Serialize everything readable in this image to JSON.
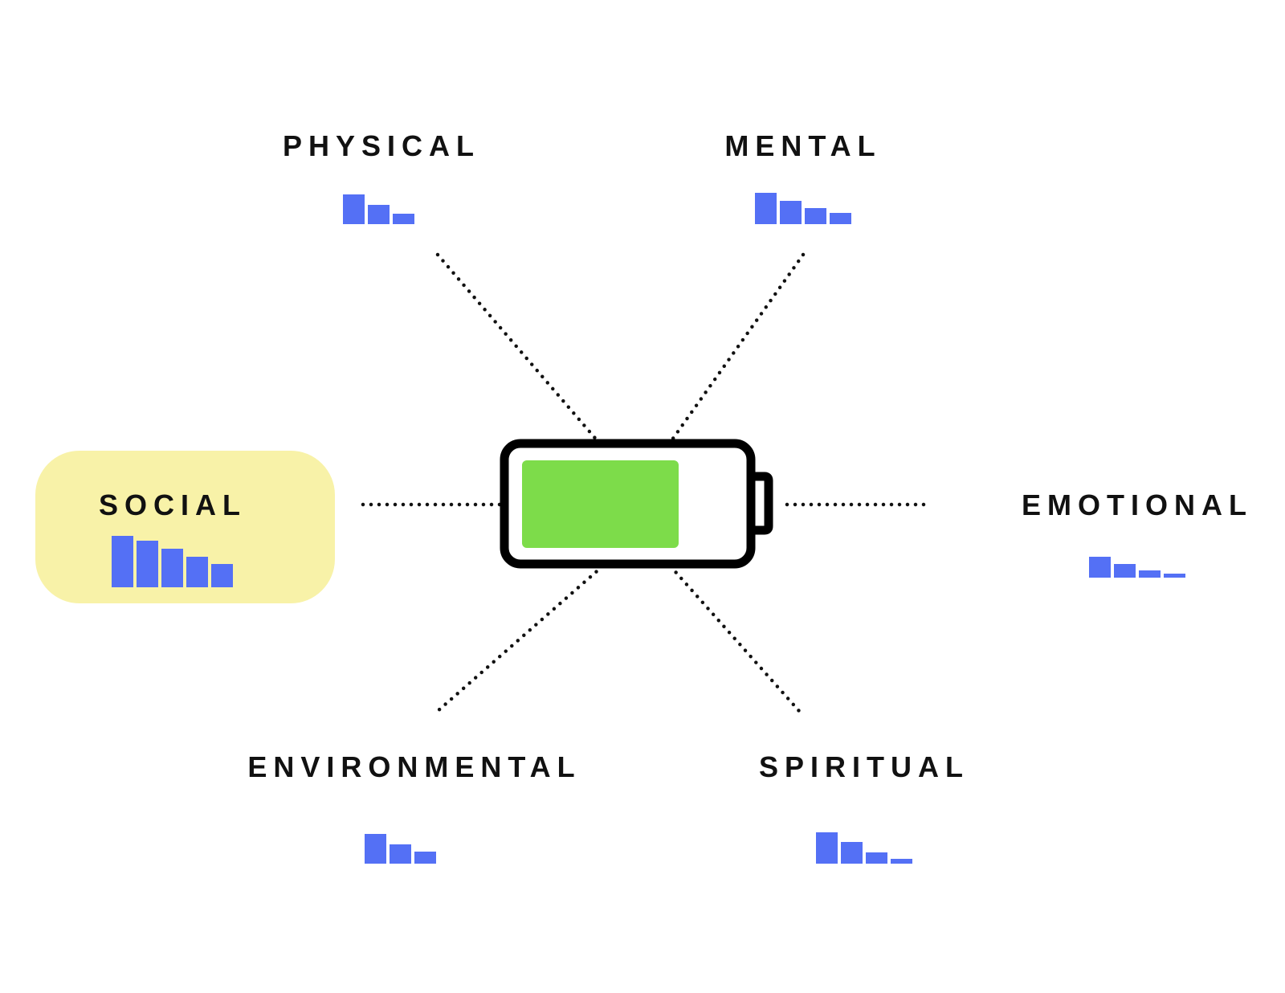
{
  "colors": {
    "background": "#ffffff",
    "bar": "#5470f5",
    "highlight": "#f8f2a8",
    "battery_outline": "#000000",
    "battery_fill": "#7ddc4a",
    "connector": "#111111"
  },
  "center": {
    "icon": "battery-icon",
    "charge_level": 0.7
  },
  "nodes": [
    {
      "id": "physical",
      "label": "PHYSICAL",
      "bars": [
        1.0,
        0.65,
        0.35
      ],
      "highlighted": false
    },
    {
      "id": "mental",
      "label": "MENTAL",
      "bars": [
        1.0,
        0.75,
        0.5,
        0.35
      ],
      "highlighted": false
    },
    {
      "id": "social",
      "label": "SOCIAL",
      "bars": [
        1.0,
        0.9,
        0.75,
        0.6,
        0.45
      ],
      "highlighted": true
    },
    {
      "id": "emotional",
      "label": "EMOTIONAL",
      "bars": [
        1.0,
        0.65,
        0.35,
        0.2
      ],
      "highlighted": false
    },
    {
      "id": "environmental",
      "label": "ENVIRONMENTAL",
      "bars": [
        1.0,
        0.65,
        0.4
      ],
      "highlighted": false
    },
    {
      "id": "spiritual",
      "label": "SPIRITUAL",
      "bars": [
        1.0,
        0.7,
        0.35,
        0.15
      ],
      "highlighted": false
    }
  ]
}
